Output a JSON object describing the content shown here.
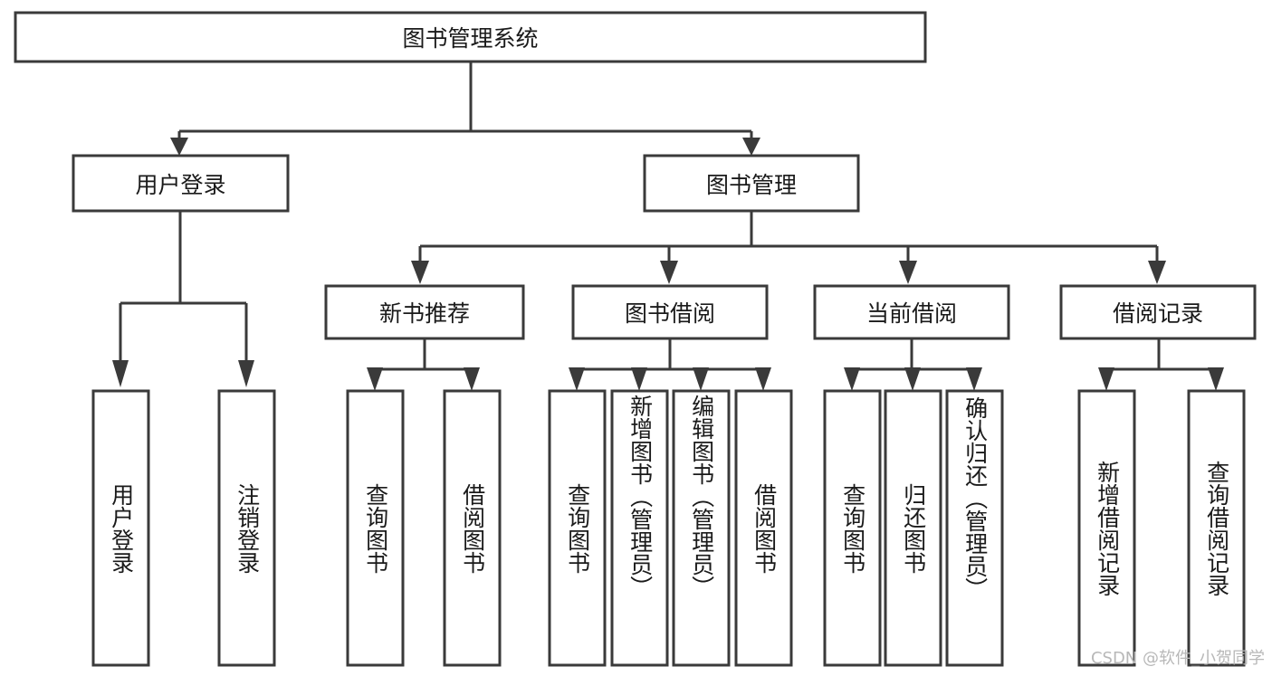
{
  "diagram": {
    "type": "tree-hierarchy",
    "title": "图书管理系统",
    "orientation": "top-down",
    "colors": {
      "stroke": "#3a3a3a",
      "fill": "#ffffff",
      "text": "#1a1a1a",
      "watermark": "#b8b8b8",
      "background": "#ffffff"
    },
    "root": {
      "label": "图书管理系统",
      "level": 0
    },
    "level1": [
      {
        "label": "用户登录"
      },
      {
        "label": "图书管理"
      }
    ],
    "level2": [
      {
        "label": "新书推荐",
        "parent": "图书管理"
      },
      {
        "label": "图书借阅",
        "parent": "图书管理"
      },
      {
        "label": "当前借阅",
        "parent": "图书管理"
      },
      {
        "label": "借阅记录",
        "parent": "图书管理"
      }
    ],
    "leaves_user_login": [
      {
        "label": "用户登录"
      },
      {
        "label": "注销登录"
      }
    ],
    "leaves_new_book": [
      {
        "label": "查询图书"
      },
      {
        "label": "借阅图书"
      }
    ],
    "leaves_borrow": [
      {
        "label": "查询图书"
      },
      {
        "label": "新增图书（管理员）"
      },
      {
        "label": "编辑图书（管理员）"
      },
      {
        "label": "借阅图书"
      }
    ],
    "leaves_current": [
      {
        "label": "查询图书"
      },
      {
        "label": "归还图书"
      },
      {
        "label": "确认归还（管理员）"
      }
    ],
    "leaves_record": [
      {
        "label": "新增借阅记录"
      },
      {
        "label": "查询借阅记录"
      }
    ]
  },
  "watermark": {
    "text": "CSDN @软件_小贺同学"
  }
}
